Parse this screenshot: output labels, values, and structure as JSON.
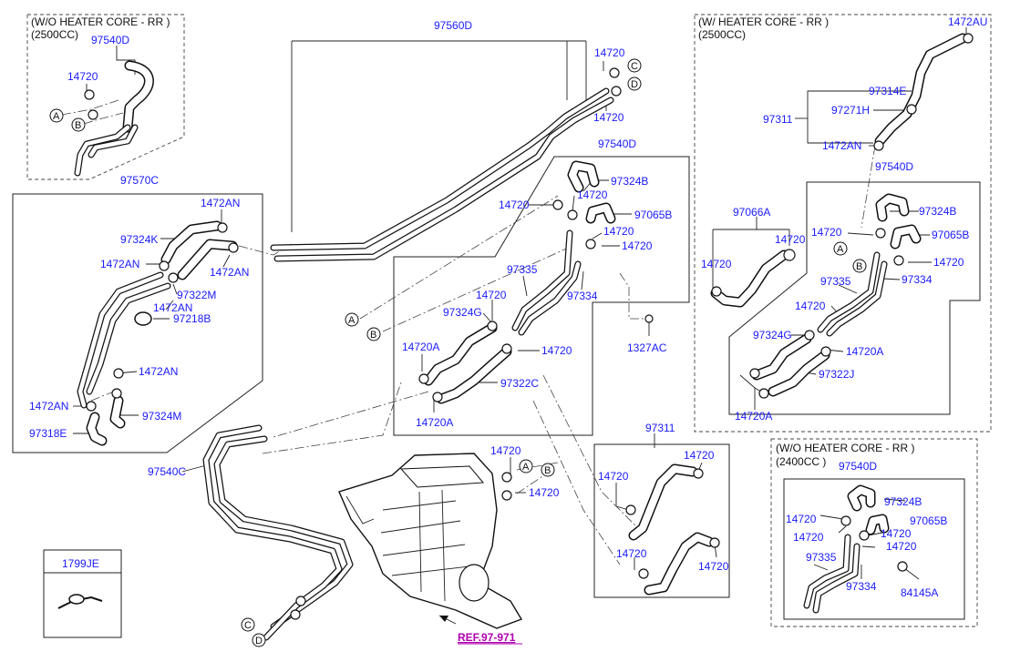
{
  "colors": {
    "label": "#1a1aff",
    "reference": "#b000b0",
    "line": "#222222"
  },
  "sections": {
    "top_left": {
      "header_1": "(W/O HEATER CORE - RR )",
      "header_2": "(2500CC)"
    },
    "top_right": {
      "header_1": "(W/ HEATER CORE - RR )",
      "header_2": "(2500CC)"
    },
    "bottom_right": {
      "header_1": "(W/O HEATER CORE - RR )",
      "header_2": "(2400CC )"
    }
  },
  "reference_link": "REF.97-971",
  "circle_markers": {
    "a": "A",
    "b": "B",
    "c": "C",
    "d": "D"
  },
  "labels": {
    "tl_97540D": "97540D",
    "tl_14720": "14720",
    "p97560D": "97560D",
    "p14720_c": "14720",
    "p14720_d": "14720",
    "p97570C": "97570C",
    "g1472AN_top": "1472AN",
    "g97324K": "97324K",
    "g1472AN_l": "1472AN",
    "g1472AN_r": "1472AN",
    "g97322M": "97322M",
    "g1472AN_m": "1472AN",
    "g97218B": "97218B",
    "g1472AN_low": "1472AN",
    "g1472AN_ll": "1472AN",
    "g97324M": "97324M",
    "g97318E": "97318E",
    "c97540D": "97540D",
    "c97324B": "97324B",
    "c14720_a": "14720",
    "c14720_b": "14720",
    "c97065B": "97065B",
    "c14720_c": "14720",
    "c14720_d": "14720",
    "c97335": "97335",
    "c97334": "97334",
    "c14720_e": "14720",
    "c97324G": "97324G",
    "c14720A_1": "14720A",
    "c14720_f": "14720",
    "c97322C": "97322C",
    "c14720A_2": "14720A",
    "c1327AC": "1327AC",
    "r1472AU": "1472AU",
    "r97314E": "97314E",
    "r97311": "97311",
    "r97271H": "97271H",
    "r1472AN": "1472AN",
    "r97540D": "97540D",
    "r97066A": "97066A",
    "r14720_a": "14720",
    "r14720_b": "14720",
    "r14720_c": "14720",
    "r97324B": "97324B",
    "r97065B": "97065B",
    "r14720_d": "14720",
    "r97335": "97335",
    "r97334": "97334",
    "r14720_e": "14720",
    "r97324G": "97324G",
    "r14720A_1": "14720A",
    "r97322J": "97322J",
    "r14720A_2": "14720A",
    "p97540C": "97540C",
    "h14720_a": "14720",
    "h14720_b": "14720",
    "m97311": "97311",
    "m14720_a": "14720",
    "m14720_b": "14720",
    "m14720_c": "14720",
    "m14720_d": "14720",
    "b97540D": "97540D",
    "b97324B": "97324B",
    "b14720_a": "14720",
    "b14720_b": "14720",
    "b97065B": "97065B",
    "b14720_c": "14720",
    "b14720_d": "14720",
    "b97335": "97335",
    "b97334": "97334",
    "b84145A": "84145A",
    "k1799JE": "1799JE"
  }
}
